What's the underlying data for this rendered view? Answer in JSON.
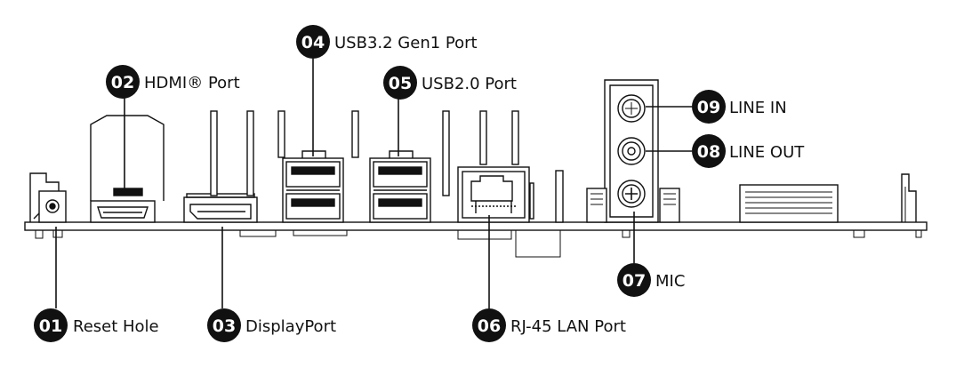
{
  "callouts": [
    {
      "num": "01",
      "text": "Reset Hole"
    },
    {
      "num": "02",
      "text": "HDMI® Port"
    },
    {
      "num": "03",
      "text": "DisplayPort"
    },
    {
      "num": "04",
      "text": "USB3.2 Gen1 Port"
    },
    {
      "num": "05",
      "text": "USB2.0 Port"
    },
    {
      "num": "06",
      "text": "RJ-45 LAN Port"
    },
    {
      "num": "07",
      "text": "MIC"
    },
    {
      "num": "08",
      "text": "LINE OUT"
    },
    {
      "num": "09",
      "text": "LINE IN"
    }
  ]
}
